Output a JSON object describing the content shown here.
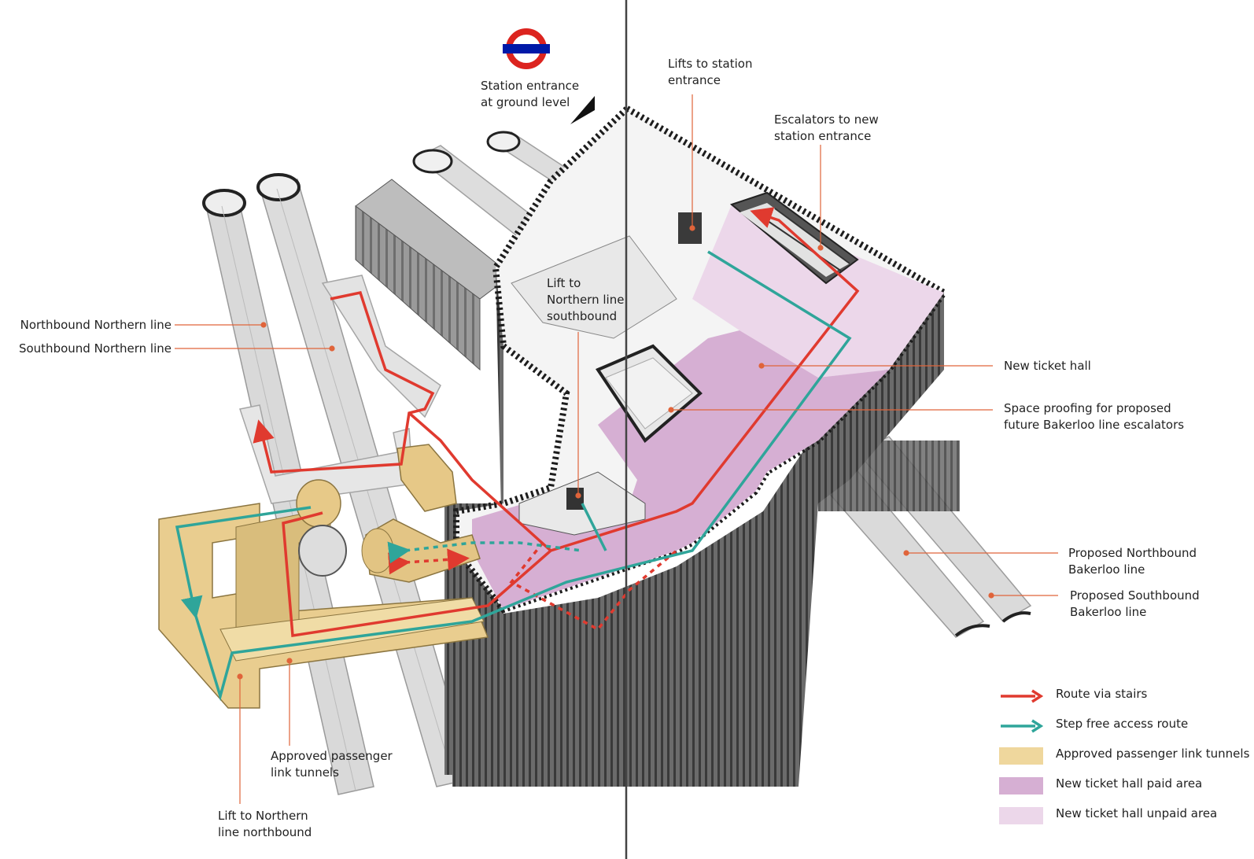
{
  "roundel": {
    "name": "london-underground-roundel"
  },
  "colors": {
    "stairs_route": "#e03a2f",
    "step_free_route": "#2fa59a",
    "link_tunnels": "#e9cd8f",
    "paid_area": "#d6afd3",
    "unpaid_area": "#ecd7ea",
    "leader": "#e0643a"
  },
  "labels": {
    "station_entrance": [
      "Station entrance",
      "at ground level"
    ],
    "lifts_station_entrance": [
      "Lifts to station",
      "entrance"
    ],
    "escalators_new_entrance": [
      "Escalators to new",
      "station entrance"
    ],
    "lift_northern_southbound": [
      "Lift to",
      "Northern line",
      "southbound"
    ],
    "northbound_northern": "Northbound Northern line",
    "southbound_northern": "Southbound Northern line",
    "new_ticket_hall": "New ticket hall",
    "space_proofing": [
      "Space proofing for proposed",
      "future Bakerloo line escalators"
    ],
    "proposed_nb_bakerloo": [
      "Proposed Northbound",
      "Bakerloo line"
    ],
    "proposed_sb_bakerloo": [
      "Proposed Southbound",
      "Bakerloo line"
    ],
    "approved_link_tunnels": [
      "Approved passenger",
      "link tunnels"
    ],
    "lift_northern_northbound": [
      "Lift to Northern",
      "line northbound"
    ]
  },
  "legend": [
    {
      "key": "arrow",
      "color": "#e03a2f",
      "label": "Route via stairs"
    },
    {
      "key": "arrow",
      "color": "#2fa59a",
      "label": "Step free access route"
    },
    {
      "key": "swatch",
      "color": "#efd79d",
      "label": "Approved passenger link tunnels"
    },
    {
      "key": "swatch",
      "color": "#d6afd3",
      "label": "New ticket hall paid area"
    },
    {
      "key": "swatch",
      "color": "#ecd7ea",
      "label": "New ticket hall unpaid area"
    }
  ]
}
